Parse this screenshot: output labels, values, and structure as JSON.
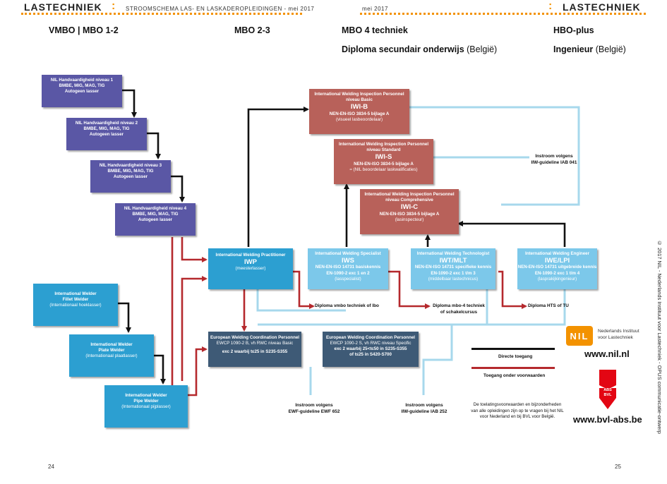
{
  "header": {
    "left_title": "LASTECHNIEK",
    "left_subtitle": "STROOMSCHEMA LAS- EN LASKADEROPLEIDINGEN  - mei 2017",
    "right_date": "mei 2017",
    "right_title": "LASTECHNIEK",
    "accent_color": "#f39200"
  },
  "columns": {
    "c1": "VMBO  |  MBO 1-2",
    "c2": "MBO 2-3",
    "c3": "MBO 4 techniek",
    "c3b": "Diploma secundair onderwijs",
    "c3b_suffix": "(België)",
    "c4": "HBO-plus",
    "c4b": "Ingenieur",
    "c4b_suffix": "(België)"
  },
  "nil_boxes": [
    {
      "l1": "NIL Handvaardigheid niveau 1",
      "l2": "BMBE, MIG, MAG, TIG",
      "l3": "Autogeen lasser"
    },
    {
      "l1": "NIL Handvaardigheid niveau 2",
      "l2": "BMBE, MIG, MAG, TIG",
      "l3": "Autogeen lasser"
    },
    {
      "l1": "NIL Handvaardigheid niveau 3",
      "l2": "BMBE, MIG, MAG, TIG",
      "l3": "Autogeen lasser"
    },
    {
      "l1": "NIL Handvaardigheid niveau 4",
      "l2": "BMBE, MIG, MAG, TIG",
      "l3": "Autogeen lasser"
    }
  ],
  "iw_boxes": [
    {
      "l1": "International Welder",
      "l2": "Fillet Welder",
      "l3": "(Internationaal hoeklasser)"
    },
    {
      "l1": "International Welder",
      "l2": "Plate Welder",
      "l3": "(Internationaal plaatlasser)"
    },
    {
      "l1": "International Welder",
      "l2": "Pipe Welder",
      "l3": "(Internationaal pijplasser)"
    }
  ],
  "iwp": {
    "l1": "International Welding Practitioner",
    "l2": "IWP",
    "l3": "(meesterlasser)"
  },
  "iws": {
    "l1": "International Welding Specialist",
    "l2": "IWS",
    "l3": "NEN-EN-ISO 14731 basiskennis",
    "l4": "EN-1090-2 exc 1 en 2",
    "l5": "(lasspecialist)"
  },
  "iwt": {
    "l1": "International Welding Technologist",
    "l2": "IWT/MLT",
    "l3": "NEN-EN-ISO 14731 specifieke kennis",
    "l4": "EN-1090-2 exc 1 t/m 3",
    "l5": "(middelbaar lastechnicus)"
  },
  "iwe": {
    "l1": "International Welding Engineer",
    "l2": "IWE/LPI",
    "l3": "NEN-EN-ISO 14731 uitgebreide kennis",
    "l4": "EN-1090-2 exc 1 t/m 4",
    "l5": "(lasprakijkingenieur)"
  },
  "iwib": {
    "l1": "International Welding Inspection Personnel",
    "l2": "niveau Basic",
    "l3": "IWI-B",
    "l4": "NEN-EN-ISO 3834-5 bijlage A",
    "l5": "(visueel lasbeoordelaar)"
  },
  "iwis": {
    "l1": "International Welding Inspection Personnel",
    "l2": "niveau Standard",
    "l3": "IWI-S",
    "l4": "NEN-EN-ISO 3834-5 bijlage A",
    "l5": "≈ (NIL beoordelaar laskwalificaties)"
  },
  "iwic": {
    "l1": "International Welding Inspection Personnel",
    "l2": "niveau Comprehensive",
    "l3": "IWI-C",
    "l4": "NEN-EN-ISO 3834-5 bijlage A",
    "l5": "(lasinspecteur)"
  },
  "ewcp_b": {
    "l1": "European Welding Coordination Personnel",
    "l2": "EWCP 1090-2 B, vh RWC niveau Basic",
    "l3": "exc 2 waarbij t≤25 in S235-S355"
  },
  "ewcp_s": {
    "l1": "European Welding Coordination Personnel",
    "l2": "EWCP 1090-2 S, vh RWC niveau Specific",
    "l3": "exc 2 waarbij 25<t≤50 in S235-S355",
    "l4": "of t≤25 in S420-S700"
  },
  "labels": {
    "instroom_iiw041_1": "Instroom volgens",
    "instroom_iiw041_2": "IIW-guideline IAB 041",
    "diploma_vmbo": "Diploma vmbo techniek of lbo",
    "diploma_mbo4_1": "Diploma mbo-4 techniek",
    "diploma_mbo4_2": "of schakelcursus",
    "diploma_hts": "Diploma HTS of TU",
    "instroom_ewf_1": "Instroom volgens",
    "instroom_ewf_2": "EWF-guideline EWF 652",
    "instroom_iab252_1": "Instroom volgens",
    "instroom_iab252_2": "IIW-guideline IAB 252"
  },
  "legend": {
    "direct": "Directe toegang",
    "conditional": "Toegang onder voorwaarden",
    "direct_color": "#111111",
    "conditional_color": "#b5292d"
  },
  "note": {
    "l1": "De toelatingsvoorwaarden en bijzonderheden",
    "l2": "van alle opleidingen zijn op te vragen bij het NIL",
    "l3": "voor Nederland en bij BVL voor België."
  },
  "logos": {
    "nil_letters": "NIL",
    "nil_name_1": "Nederlands Instituut",
    "nil_name_2": "voor Lastechniek",
    "nil_url": "www.nil.nl",
    "abs_letters_1": "ABS",
    "abs_letters_2": "BVL",
    "bvl_url": "www.bvl-abs.be"
  },
  "footer": {
    "page_left": "24",
    "page_right": "25",
    "side_text": "© 2017 NIL - Nederlands Instituut voor Lastechniek - OPUS communicatie-ontwerp"
  }
}
